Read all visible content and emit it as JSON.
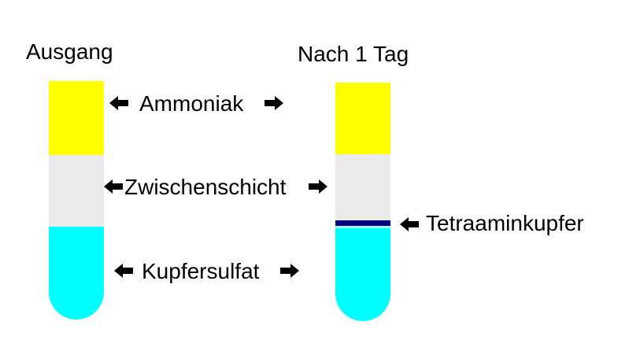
{
  "titles": {
    "start": "Ausgang",
    "after": "Nach 1 Tag"
  },
  "labels": {
    "ammonia": "Ammoniak",
    "interlayer": "Zwischenschicht",
    "copper_sulfate": "Kupfersulfat",
    "tetraamine": "Tetraaminkupfer"
  },
  "colors": {
    "ammonia_layer": "#FFFF00",
    "interlayer": "#EBEBEB",
    "copper_sulfate_layer": "#00FFFF",
    "tetraamine_band": "#000080",
    "arrow": "#000000"
  },
  "icons": {
    "arrow_left": "arrow-left-icon",
    "arrow_right": "arrow-right-icon"
  }
}
